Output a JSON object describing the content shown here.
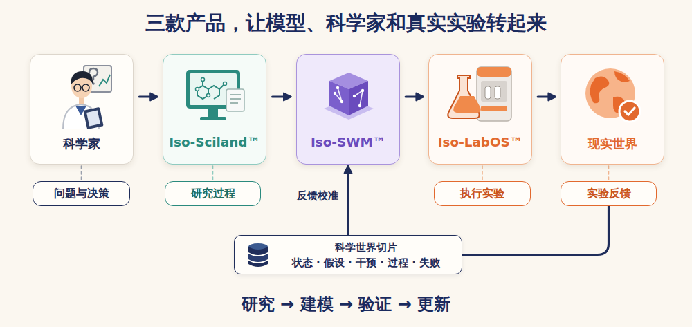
{
  "diagram": {
    "title": "三款产品，让模型、科学家和真实实验转起来",
    "nodes": [
      {
        "text": [
          "科学家"
        ]
      },
      {
        "text": [
          "Iso-Sciland™"
        ]
      },
      {
        "text": [
          "Iso-SWM™"
        ]
      },
      {
        "text": [
          "Iso-LabOS™"
        ]
      },
      {
        "text": [
          "现实世界"
        ]
      },
      {
        "text": [
          "问题与决策"
        ]
      },
      {
        "text": [
          "研究过程"
        ]
      },
      {
        "text": [
          "执行实验"
        ]
      },
      {
        "text": [
          "实验反馈"
        ]
      },
      {
        "text": [
          "科学世界切片",
          "状态 · 假设 · 干预 · 过程 · 失败"
        ]
      }
    ],
    "edges": [
      {
        "from": 0,
        "to": 1,
        "arrow": "to"
      },
      {
        "from": 1,
        "to": 2,
        "arrow": "to"
      },
      {
        "from": 2,
        "to": 3,
        "arrow": "to"
      },
      {
        "from": 3,
        "to": 4,
        "arrow": "to"
      },
      {
        "from": 8,
        "to": 9,
        "arrow": "none"
      },
      {
        "from": 9,
        "to": 2,
        "label": "反馈校准",
        "arrow": "to"
      },
      {
        "from": 0,
        "to": 5,
        "arrow": "none"
      },
      {
        "from": 1,
        "to": 6,
        "arrow": "none"
      },
      {
        "from": 3,
        "to": 7,
        "arrow": "none"
      },
      {
        "from": 4,
        "to": 8,
        "arrow": "none"
      }
    ],
    "labels": [
      "研究 → 建模 → 验证 → 更新"
    ]
  }
}
